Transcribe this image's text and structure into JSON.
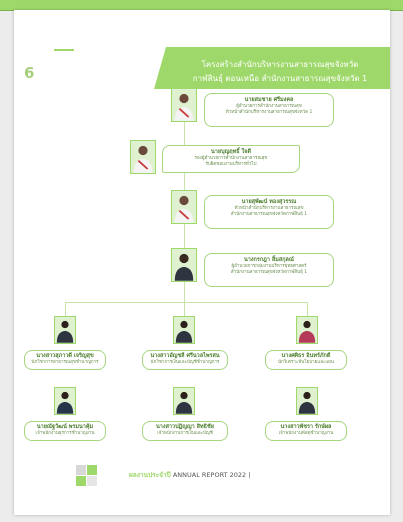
{
  "page": {
    "number": "6",
    "title_line1": "โครงสร้างสำนักบริหารงานสาธารณสุขจังหวัด",
    "title_line2": "กาฬสินธุ์ ตอนเหนือ สำนักงานสาธารณสุขจังหวัด 1"
  },
  "colors": {
    "accent": "#9fd86a",
    "label_text": "#4a7c2a",
    "border": "#a6d67d"
  },
  "people": [
    {
      "name": "นายสมชาย ศรีมงคล",
      "position": "ผู้อำนวยการสำนักงานสาธารณสุข",
      "unit": "หัวหน้าสำนักบริหารงานสาธารณสุขจังหวัด 1"
    },
    {
      "name": "นายบุญฤทธิ์ ใจดี",
      "position": "รองผู้อำนวยการสำนักงานสาธารณสุข",
      "unit": "รับผิดชอบงานบริหารทั่วไป"
    },
    {
      "name": "นายสุพัฒน์ ทองสุวรรณ",
      "position": "หัวหน้าสำนักบริหารงานสาธารณสุข",
      "unit": "สำนักงานสาธารณสุขจังหวัดกาฬสินธุ์ 1"
    },
    {
      "name": "นางกรกฎา ลิ้มสกุลณ์",
      "position": "ผู้อำนวยการกลุ่มงานบริหารยุทธศาสตร์",
      "unit": "สำนักงานสาธารณสุขจังหวัดกาฬสินธุ์ 1"
    }
  ],
  "row1": [
    {
      "name": "นางสาวสุภาวดี เจริญสุข",
      "position": "นักวิชาการสาธารณสุขชำนาญการ"
    },
    {
      "name": "นางสาวอัญชลี ศรีนวลไพรสน",
      "position": "นักวิชาการเงินและบัญชีชำนาญการ"
    },
    {
      "name": "นางศศิธร อินทร์ภักดี",
      "position": "นักวิเคราะห์นโยบายและแผน"
    }
  ],
  "row2": [
    {
      "name": "นายณัฐวัฒน์ พรมนาคุ้ม",
      "position": "เจ้าพนักงานธุรการชำนาญงาน"
    },
    {
      "name": "นางสาวปฏิญญา สิทธิชัย",
      "position": "เจ้าพนักงานการเงินและบัญชี"
    },
    {
      "name": "นางสาวพัชรา รักษ์ผล",
      "position": "เจ้าพนักงานพัสดุชำนาญงาน"
    }
  ],
  "footer": {
    "brand": "ผลงานประจำปี",
    "report": "ANNUAL REPORT 2022 |"
  }
}
